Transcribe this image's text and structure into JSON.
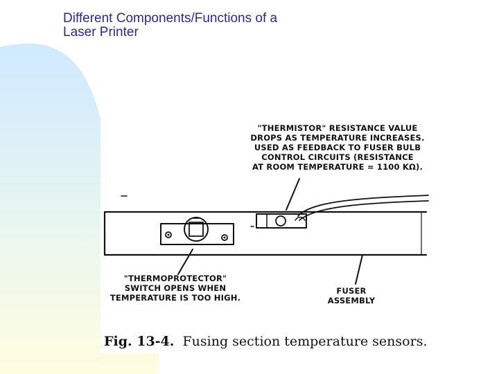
{
  "slide": {
    "title": "Different Components/Functions of a\nLaser Printer"
  },
  "figure": {
    "callouts": {
      "thermistor": "\"THERMISTOR\" RESISTANCE VALUE\nDROPS AS TEMPERATURE INCREASES.\nUSED AS FEEDBACK TO FUSER BULB\nCONTROL CIRCUITS (RESISTANCE\nAT ROOM TEMPERATURE = 1100 KΩ).",
      "thermoprotector": "\"THERMOPROTECTOR\"\nSWITCH OPENS WHEN\nTEMPERATURE IS TOO HIGH.",
      "fuser": "FUSER\nASSEMBLY"
    },
    "caption": {
      "label": "Fig. 13-4.",
      "text": "Fusing section temperature sensors."
    }
  },
  "colors": {
    "title": "#2a2a8a",
    "background_gradient_start": "#cfe9ff",
    "background_gradient_end": "#fffde0",
    "line_art": "#111111"
  }
}
